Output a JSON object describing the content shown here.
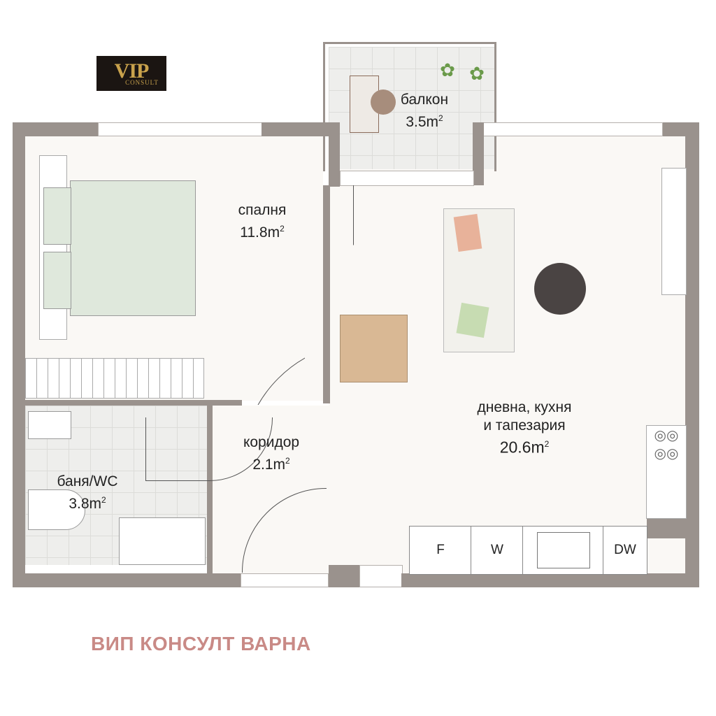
{
  "logo": {
    "main": "VIP",
    "sub": "CONSULT"
  },
  "rooms": [
    {
      "name": "балкон",
      "area": "3.5m",
      "sup": "2"
    },
    {
      "name": "спалня",
      "area": "11.8m",
      "sup": "2"
    },
    {
      "name": "баня/WC",
      "area": "3.8m",
      "sup": "2"
    },
    {
      "name": "коридор",
      "area": "2.1m",
      "sup": "2"
    },
    {
      "name": "дневна, кухня",
      "name2": "и тапезария",
      "area": "20.6m",
      "sup": "2"
    }
  ],
  "kitchen": {
    "appliances": [
      "F",
      "W",
      "",
      "DW"
    ]
  },
  "colors": {
    "wall": "#9a928d",
    "bed": "#dfe8dc",
    "table": "#d9b894",
    "footer": "#c98a86",
    "logo_bg": "#1b1512",
    "logo_gold": "#c9a24c"
  },
  "footer": {
    "text": "ВИП КОНСУЛТ ВАРНА"
  }
}
